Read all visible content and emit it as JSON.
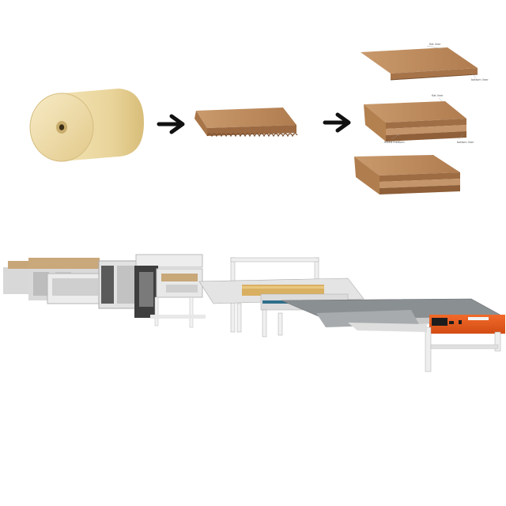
{
  "process": {
    "stages": [
      {
        "name": "kraft-paper-roll"
      },
      {
        "name": "single-wall-corrugated-sheet"
      },
      {
        "name": "multi-layer-corrugated-boards"
      }
    ]
  },
  "board_labels": {
    "board1_top": "flat liner",
    "board1_bottom": "bottom liner",
    "board2_top": "flat liner",
    "board2_mid": "fluted medium",
    "board2_bottom": "bottom liner"
  },
  "machine": {
    "name": "corrugated-cardboard-production-line"
  },
  "colors": {
    "kraft": "#e9d49a",
    "board": "#b8865a",
    "board_dark": "#8a5e3a",
    "arrow": "#111111",
    "accent_orange": "#ec5b1e",
    "frame": "#e6e6e6"
  }
}
